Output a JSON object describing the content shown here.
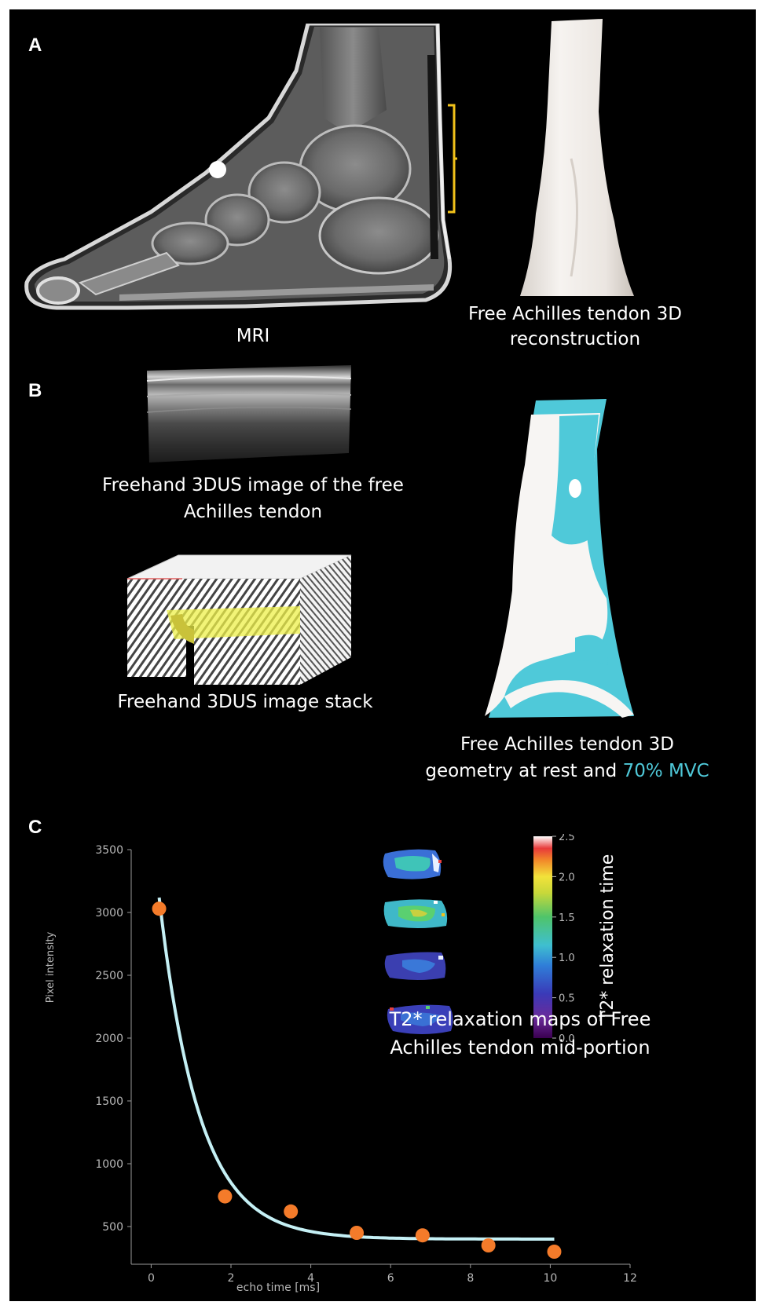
{
  "panels": {
    "a": {
      "letter": "A",
      "mri_caption": "MRI",
      "recon_caption_line1": "Free Achilles tendon 3D",
      "recon_caption_line2": "reconstruction",
      "bracket_color": "#f2c21a",
      "tendon_color": "#f1ede8"
    },
    "b": {
      "letter": "B",
      "us_caption_line1": "Freehand 3DUS image of the free",
      "us_caption_line2": "Achilles tendon",
      "stack_caption": "Freehand 3DUS image stack",
      "geom_caption_line1": "Free Achilles tendon 3D",
      "geom_caption_line2_prefix": "geometry at rest and ",
      "geom_caption_line2_accent": "70% MVC",
      "accent_color": "#4fc9d9",
      "stack_highlight_color": "#eef04a"
    },
    "c": {
      "letter": "C",
      "maps_caption_line1": "T2* relaxation maps of Free",
      "maps_caption_line2": "Achilles tendon mid-portion",
      "colorbar_label": "T2* relaxation time",
      "colorbar_ticks": [
        "2.5",
        "2.0",
        "1.5",
        "1.0",
        "0.5",
        "0.0"
      ]
    }
  },
  "chart_data": {
    "type": "scatter",
    "xlabel": "echo time [ms]",
    "ylabel": "Pixel intensity",
    "xlim": [
      -0.5,
      12
    ],
    "ylim": [
      200,
      3500
    ],
    "xticks": [
      0,
      2,
      4,
      6,
      8,
      10,
      12
    ],
    "yticks": [
      500,
      1000,
      1500,
      2000,
      2500,
      3000,
      3500
    ],
    "points": [
      {
        "x": 0.2,
        "y": 3030
      },
      {
        "x": 1.85,
        "y": 740
      },
      {
        "x": 3.5,
        "y": 620
      },
      {
        "x": 5.15,
        "y": 450
      },
      {
        "x": 6.8,
        "y": 430
      },
      {
        "x": 8.45,
        "y": 350
      },
      {
        "x": 10.1,
        "y": 300
      }
    ],
    "fit": {
      "model": "exponential decay",
      "a": 2718,
      "t2": 1.0,
      "c": 400,
      "x_start": 0.2,
      "x_end": 10.1
    },
    "point_color": "#f47b2a",
    "fit_color": "#c5f0f5"
  }
}
